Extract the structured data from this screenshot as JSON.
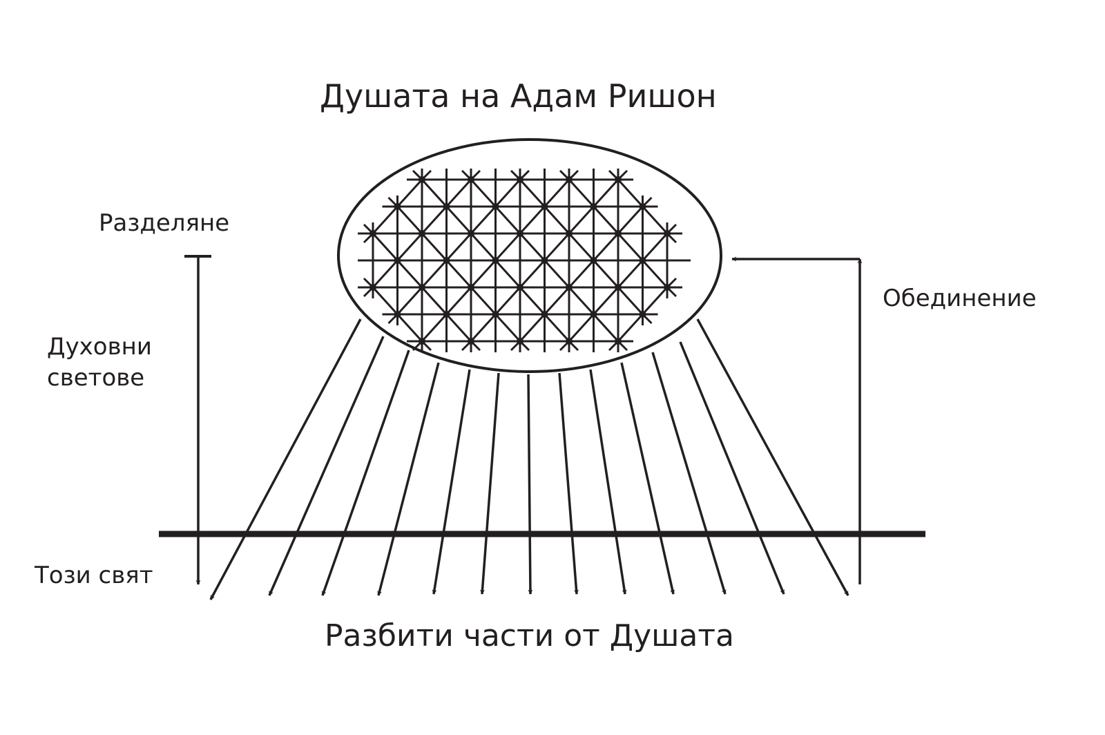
{
  "title": "Душата на Адам Ришон",
  "labels": {
    "separation": "Разделяне",
    "spiritual_worlds_line1": "Духовни",
    "spiritual_worlds_line2": "светове",
    "this_world": "Този свят",
    "unification": "Обединение",
    "broken_parts": "Разбити части от Душата"
  },
  "colors": {
    "ink": "#231f20",
    "background": "#ffffff"
  }
}
